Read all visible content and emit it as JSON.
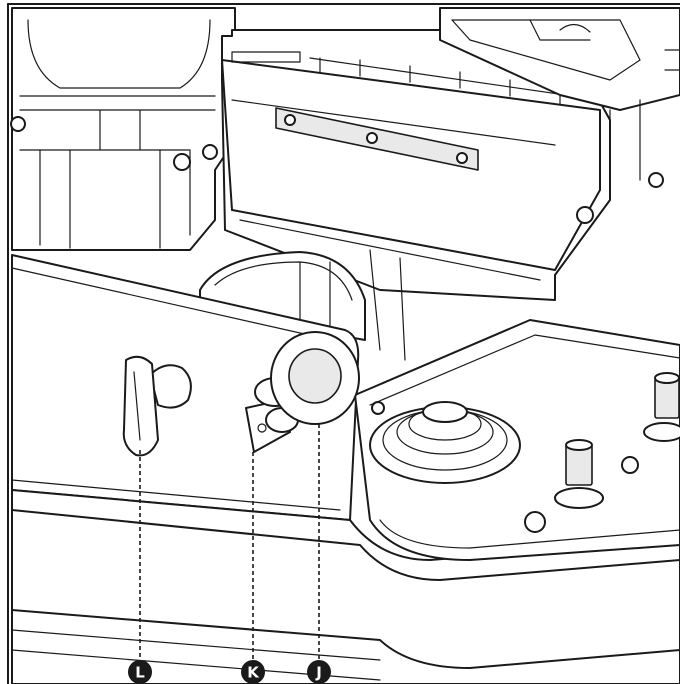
{
  "figure": {
    "callouts": [
      {
        "id": "L",
        "label": "L"
      },
      {
        "id": "K",
        "label": "K"
      },
      {
        "id": "J",
        "label": "J"
      }
    ]
  }
}
